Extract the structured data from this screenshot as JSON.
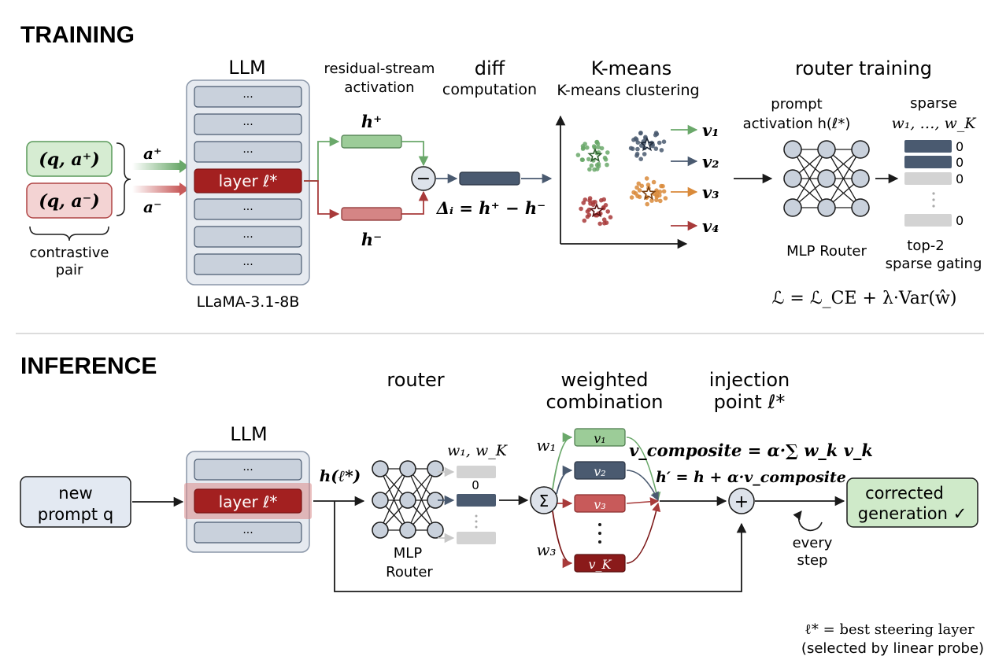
{
  "training": {
    "section_title": "TRAINING",
    "pair": {
      "positive": "(q, a⁺)",
      "negative": "(q, a⁻)",
      "a_plus": "a⁺",
      "a_minus": "a⁻",
      "caption_line1": "contrastive",
      "caption_line2": "pair"
    },
    "llm": {
      "title": "LLM",
      "dots": "···",
      "layer_label": "layer ℓ*",
      "model_name": "LLaMA-3.1-8B"
    },
    "residual": {
      "title_line1": "residual-stream",
      "title_line2": "activation",
      "h_plus": "h⁺",
      "h_minus": "h⁻"
    },
    "diff": {
      "title_line1": "diff",
      "title_line2": "computation",
      "minus_symbol": "−",
      "formula": "Δᵢ = h⁺ − h⁻"
    },
    "kmeans": {
      "title_line1": "K-means",
      "title_line2": "K-means clustering",
      "v1": "v₁",
      "v2": "v₂",
      "v3": "v₃",
      "v4": "v₄"
    },
    "router_training": {
      "title": "router training",
      "prompt_line1": "prompt",
      "prompt_line2": "activation h(ℓ*)",
      "sparse_line1": "sparse",
      "sparse_line2": "w₁, …, w_K",
      "zero": "0",
      "mlp_label": "MLP Router",
      "gating_line1": "top-2",
      "gating_line2": "sparse gating",
      "loss": "ℒ = ℒ_CE + λ·Var(ŵ)"
    },
    "colors": {
      "green_fill": "#d6ecd2",
      "green_stroke": "#5a9a5a",
      "red_fill": "#f3d3d3",
      "red_stroke": "#b04545",
      "layer_red": "#a32020",
      "slate": "#4a5a70",
      "gray_box": "#c9d1dc"
    }
  },
  "inference": {
    "section_title": "INFERENCE",
    "new_prompt_line1": "new",
    "new_prompt_line2": "prompt q",
    "llm_title": "LLM",
    "dots": "···",
    "layer_label": "layer ℓ*",
    "h_label": "h(ℓ*)",
    "router_title": "router",
    "mlp_line1": "MLP",
    "mlp_line2": "Router",
    "weights_label": "w₁, w_K",
    "zero": "0",
    "weighted_line1": "weighted",
    "weighted_line2": "combination",
    "sigma": "Σ",
    "w1": "w₁",
    "w3": "w₃",
    "v1": "v₁",
    "v2": "v₂",
    "v3": "v₃",
    "vk": "v_K",
    "injection_line1": "injection",
    "injection_line2": "point ℓ*",
    "plus": "+",
    "composite_formula": "v_composite = α·∑ w_k v_k",
    "hprime_formula": "h′ = h + α·v_composite",
    "corrected_line1": "corrected",
    "corrected_line2": "generation ✓",
    "every_line1": "every",
    "every_line2": "step"
  },
  "footnote": {
    "line1": "ℓ* = best steering layer",
    "line2": "(selected by linear probe)"
  }
}
